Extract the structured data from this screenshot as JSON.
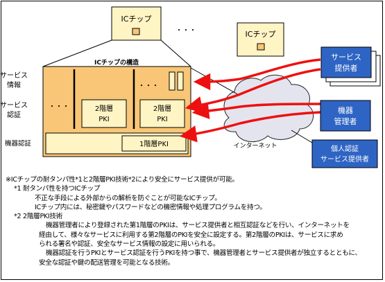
{
  "diagram": {
    "ic_chip_label": "ICチップ",
    "ellipsis": "・・・",
    "ic_structure_label": "ICチップの構造",
    "row_labels": {
      "service_info_1": "サービス",
      "service_info_2": "情報",
      "service_auth_1": "サービス",
      "service_auth_2": "認証",
      "device_auth": "機器認証"
    },
    "pki2_line1": "2階層",
    "pki2_line2": "PKI",
    "pki1": "1階層PKI",
    "internet": "インターネット",
    "service_provider_1": "サービス",
    "service_provider_2": "提供者",
    "device_manager_1": "機器",
    "device_manager_2": "管理者",
    "personal_auth_1": "個人認証",
    "personal_auth_2": "サービス提供者",
    "colors": {
      "chip_fill": "#fff4c4",
      "chip_outer": "#f8c676",
      "blue_box": "#2e64c4",
      "arrow_red": "#ee1010",
      "internet_fill": "#e4e4ee"
    }
  },
  "notes": {
    "line0": "※ICチップの耐タンパ性*1と2階層PKI技術*2により安全にサービス提供が可能。",
    "line1": "*1 耐タンパ性を持つICチップ",
    "line2": "不正な手段による外部からの解析を防ぐことが可能なICチップ。",
    "line3": "ICチップ内には、秘密鍵やパスワードなどの機密情報や処理プログラムを持つ。",
    "line4": "*2 2階層PKI技術",
    "line5": "機器管理者により登録された第1階層のPKIは、サービス提供者と相互認証などを行い、インターネットを",
    "line6": "経由して、様々なサービスに利用する第2階層のPKIを安全に設定する。第2階層のPKIは、サービスに求め",
    "line7": "られる署名や認証、安全なサービス情報の設定に用いられる。",
    "line8": "機器認証を行うPKIとサービス認証を行うPKIを持つ事で、機器管理者とサービス提供者が独立するとともに、",
    "line9": "安全な認証や鍵の配送管理を可能となる技術。"
  }
}
